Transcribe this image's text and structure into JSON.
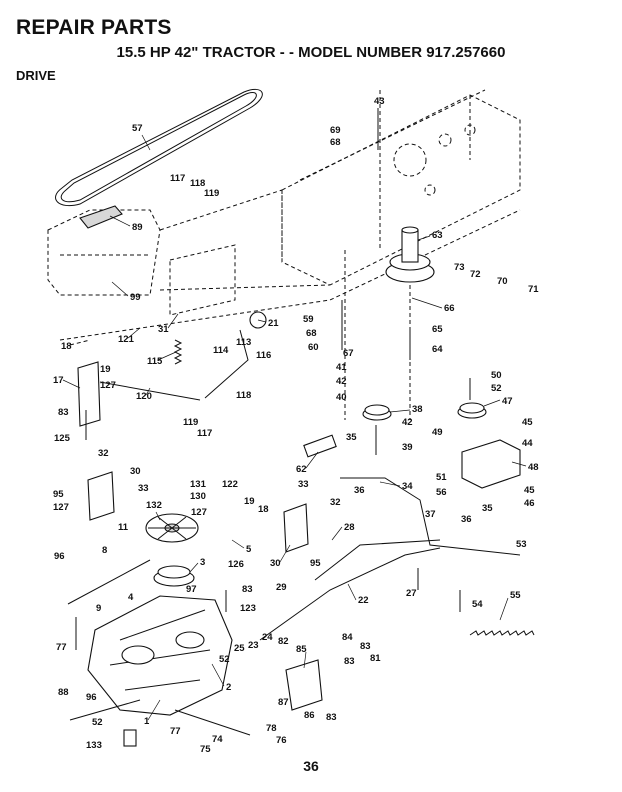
{
  "header": {
    "title": "REPAIR PARTS",
    "subtitle": "15.5 HP 42\" TRACTOR - - MODEL NUMBER 917.257660",
    "section": "DRIVE"
  },
  "footer": {
    "page_number": "36"
  },
  "callouts": [
    {
      "id": "c43",
      "label": "43"
    },
    {
      "id": "c69",
      "label": "69"
    },
    {
      "id": "c68a",
      "label": "68"
    },
    {
      "id": "c57",
      "label": "57"
    },
    {
      "id": "c117a",
      "label": "117"
    },
    {
      "id": "c118a",
      "label": "118"
    },
    {
      "id": "c119a",
      "label": "119"
    },
    {
      "id": "c89",
      "label": "89"
    },
    {
      "id": "c63",
      "label": "63"
    },
    {
      "id": "c73",
      "label": "73"
    },
    {
      "id": "c72",
      "label": "72"
    },
    {
      "id": "c70",
      "label": "70"
    },
    {
      "id": "c71",
      "label": "71"
    },
    {
      "id": "c99",
      "label": "99"
    },
    {
      "id": "c31",
      "label": "31"
    },
    {
      "id": "c21",
      "label": "21"
    },
    {
      "id": "c59",
      "label": "59"
    },
    {
      "id": "c66",
      "label": "66"
    },
    {
      "id": "c68b",
      "label": "68"
    },
    {
      "id": "c65",
      "label": "65"
    },
    {
      "id": "c60",
      "label": "60"
    },
    {
      "id": "c67",
      "label": "67"
    },
    {
      "id": "c64",
      "label": "64"
    },
    {
      "id": "c121",
      "label": "121"
    },
    {
      "id": "c113",
      "label": "113"
    },
    {
      "id": "c114",
      "label": "114"
    },
    {
      "id": "c116",
      "label": "116"
    },
    {
      "id": "c115",
      "label": "115"
    },
    {
      "id": "c18a",
      "label": "18"
    },
    {
      "id": "c19a",
      "label": "19"
    },
    {
      "id": "c17",
      "label": "17"
    },
    {
      "id": "c127a",
      "label": "127"
    },
    {
      "id": "c120",
      "label": "120"
    },
    {
      "id": "c118b",
      "label": "118"
    },
    {
      "id": "c119b",
      "label": "119"
    },
    {
      "id": "c117b",
      "label": "117"
    },
    {
      "id": "c83a",
      "label": "83"
    },
    {
      "id": "c125",
      "label": "125"
    },
    {
      "id": "c41",
      "label": "41"
    },
    {
      "id": "c42a",
      "label": "42"
    },
    {
      "id": "c40",
      "label": "40"
    },
    {
      "id": "c50",
      "label": "50"
    },
    {
      "id": "c52a",
      "label": "52"
    },
    {
      "id": "c47",
      "label": "47"
    },
    {
      "id": "c38",
      "label": "38"
    },
    {
      "id": "c42b",
      "label": "42"
    },
    {
      "id": "c39",
      "label": "39"
    },
    {
      "id": "c45a",
      "label": "45"
    },
    {
      "id": "c49",
      "label": "49"
    },
    {
      "id": "c44",
      "label": "44"
    },
    {
      "id": "c48",
      "label": "48"
    },
    {
      "id": "c35a",
      "label": "35"
    },
    {
      "id": "c62",
      "label": "62"
    },
    {
      "id": "c51",
      "label": "51"
    },
    {
      "id": "c56",
      "label": "56"
    },
    {
      "id": "c45b",
      "label": "45"
    },
    {
      "id": "c46",
      "label": "46"
    },
    {
      "id": "c32a",
      "label": "32"
    },
    {
      "id": "c30a",
      "label": "30"
    },
    {
      "id": "c95a",
      "label": "95"
    },
    {
      "id": "c33a",
      "label": "33"
    },
    {
      "id": "c127b",
      "label": "127"
    },
    {
      "id": "c131",
      "label": "131"
    },
    {
      "id": "c122",
      "label": "122"
    },
    {
      "id": "c130",
      "label": "130"
    },
    {
      "id": "c36a",
      "label": "36"
    },
    {
      "id": "c34",
      "label": "34"
    },
    {
      "id": "c33b",
      "label": "33"
    },
    {
      "id": "c132",
      "label": "132"
    },
    {
      "id": "c19b",
      "label": "19"
    },
    {
      "id": "c18b",
      "label": "18"
    },
    {
      "id": "c127c",
      "label": "127"
    },
    {
      "id": "c32b",
      "label": "32"
    },
    {
      "id": "c37",
      "label": "37"
    },
    {
      "id": "c11",
      "label": "11"
    },
    {
      "id": "c5",
      "label": "5"
    },
    {
      "id": "c36b",
      "label": "36"
    },
    {
      "id": "c35b",
      "label": "35"
    },
    {
      "id": "c30b",
      "label": "30"
    },
    {
      "id": "c95b",
      "label": "95"
    },
    {
      "id": "c28",
      "label": "28"
    },
    {
      "id": "c8",
      "label": "8"
    },
    {
      "id": "c3",
      "label": "3"
    },
    {
      "id": "c126",
      "label": "126"
    },
    {
      "id": "c53",
      "label": "53"
    },
    {
      "id": "c96a",
      "label": "96"
    },
    {
      "id": "c83b",
      "label": "83"
    },
    {
      "id": "c29",
      "label": "29"
    },
    {
      "id": "c4",
      "label": "4"
    },
    {
      "id": "c97",
      "label": "97"
    },
    {
      "id": "c22",
      "label": "22"
    },
    {
      "id": "c27",
      "label": "27"
    },
    {
      "id": "c9",
      "label": "9"
    },
    {
      "id": "c123",
      "label": "123"
    },
    {
      "id": "c54",
      "label": "54"
    },
    {
      "id": "c55",
      "label": "55"
    },
    {
      "id": "c77a",
      "label": "77"
    },
    {
      "id": "c24",
      "label": "24"
    },
    {
      "id": "c25",
      "label": "25"
    },
    {
      "id": "c23",
      "label": "23"
    },
    {
      "id": "c52b",
      "label": "52"
    },
    {
      "id": "c82",
      "label": "82"
    },
    {
      "id": "c84",
      "label": "84"
    },
    {
      "id": "c85",
      "label": "85"
    },
    {
      "id": "c83c",
      "label": "83"
    },
    {
      "id": "c81",
      "label": "81"
    },
    {
      "id": "c83d",
      "label": "83"
    },
    {
      "id": "c2",
      "label": "2"
    },
    {
      "id": "c88",
      "label": "88"
    },
    {
      "id": "c96b",
      "label": "96"
    },
    {
      "id": "c87",
      "label": "87"
    },
    {
      "id": "c86",
      "label": "86"
    },
    {
      "id": "c83e",
      "label": "83"
    },
    {
      "id": "c52c",
      "label": "52"
    },
    {
      "id": "c1",
      "label": "1"
    },
    {
      "id": "c77b",
      "label": "77"
    },
    {
      "id": "c78",
      "label": "78"
    },
    {
      "id": "c74",
      "label": "74"
    },
    {
      "id": "c75",
      "label": "75"
    },
    {
      "id": "c76",
      "label": "76"
    },
    {
      "id": "c133",
      "label": "133"
    }
  ]
}
